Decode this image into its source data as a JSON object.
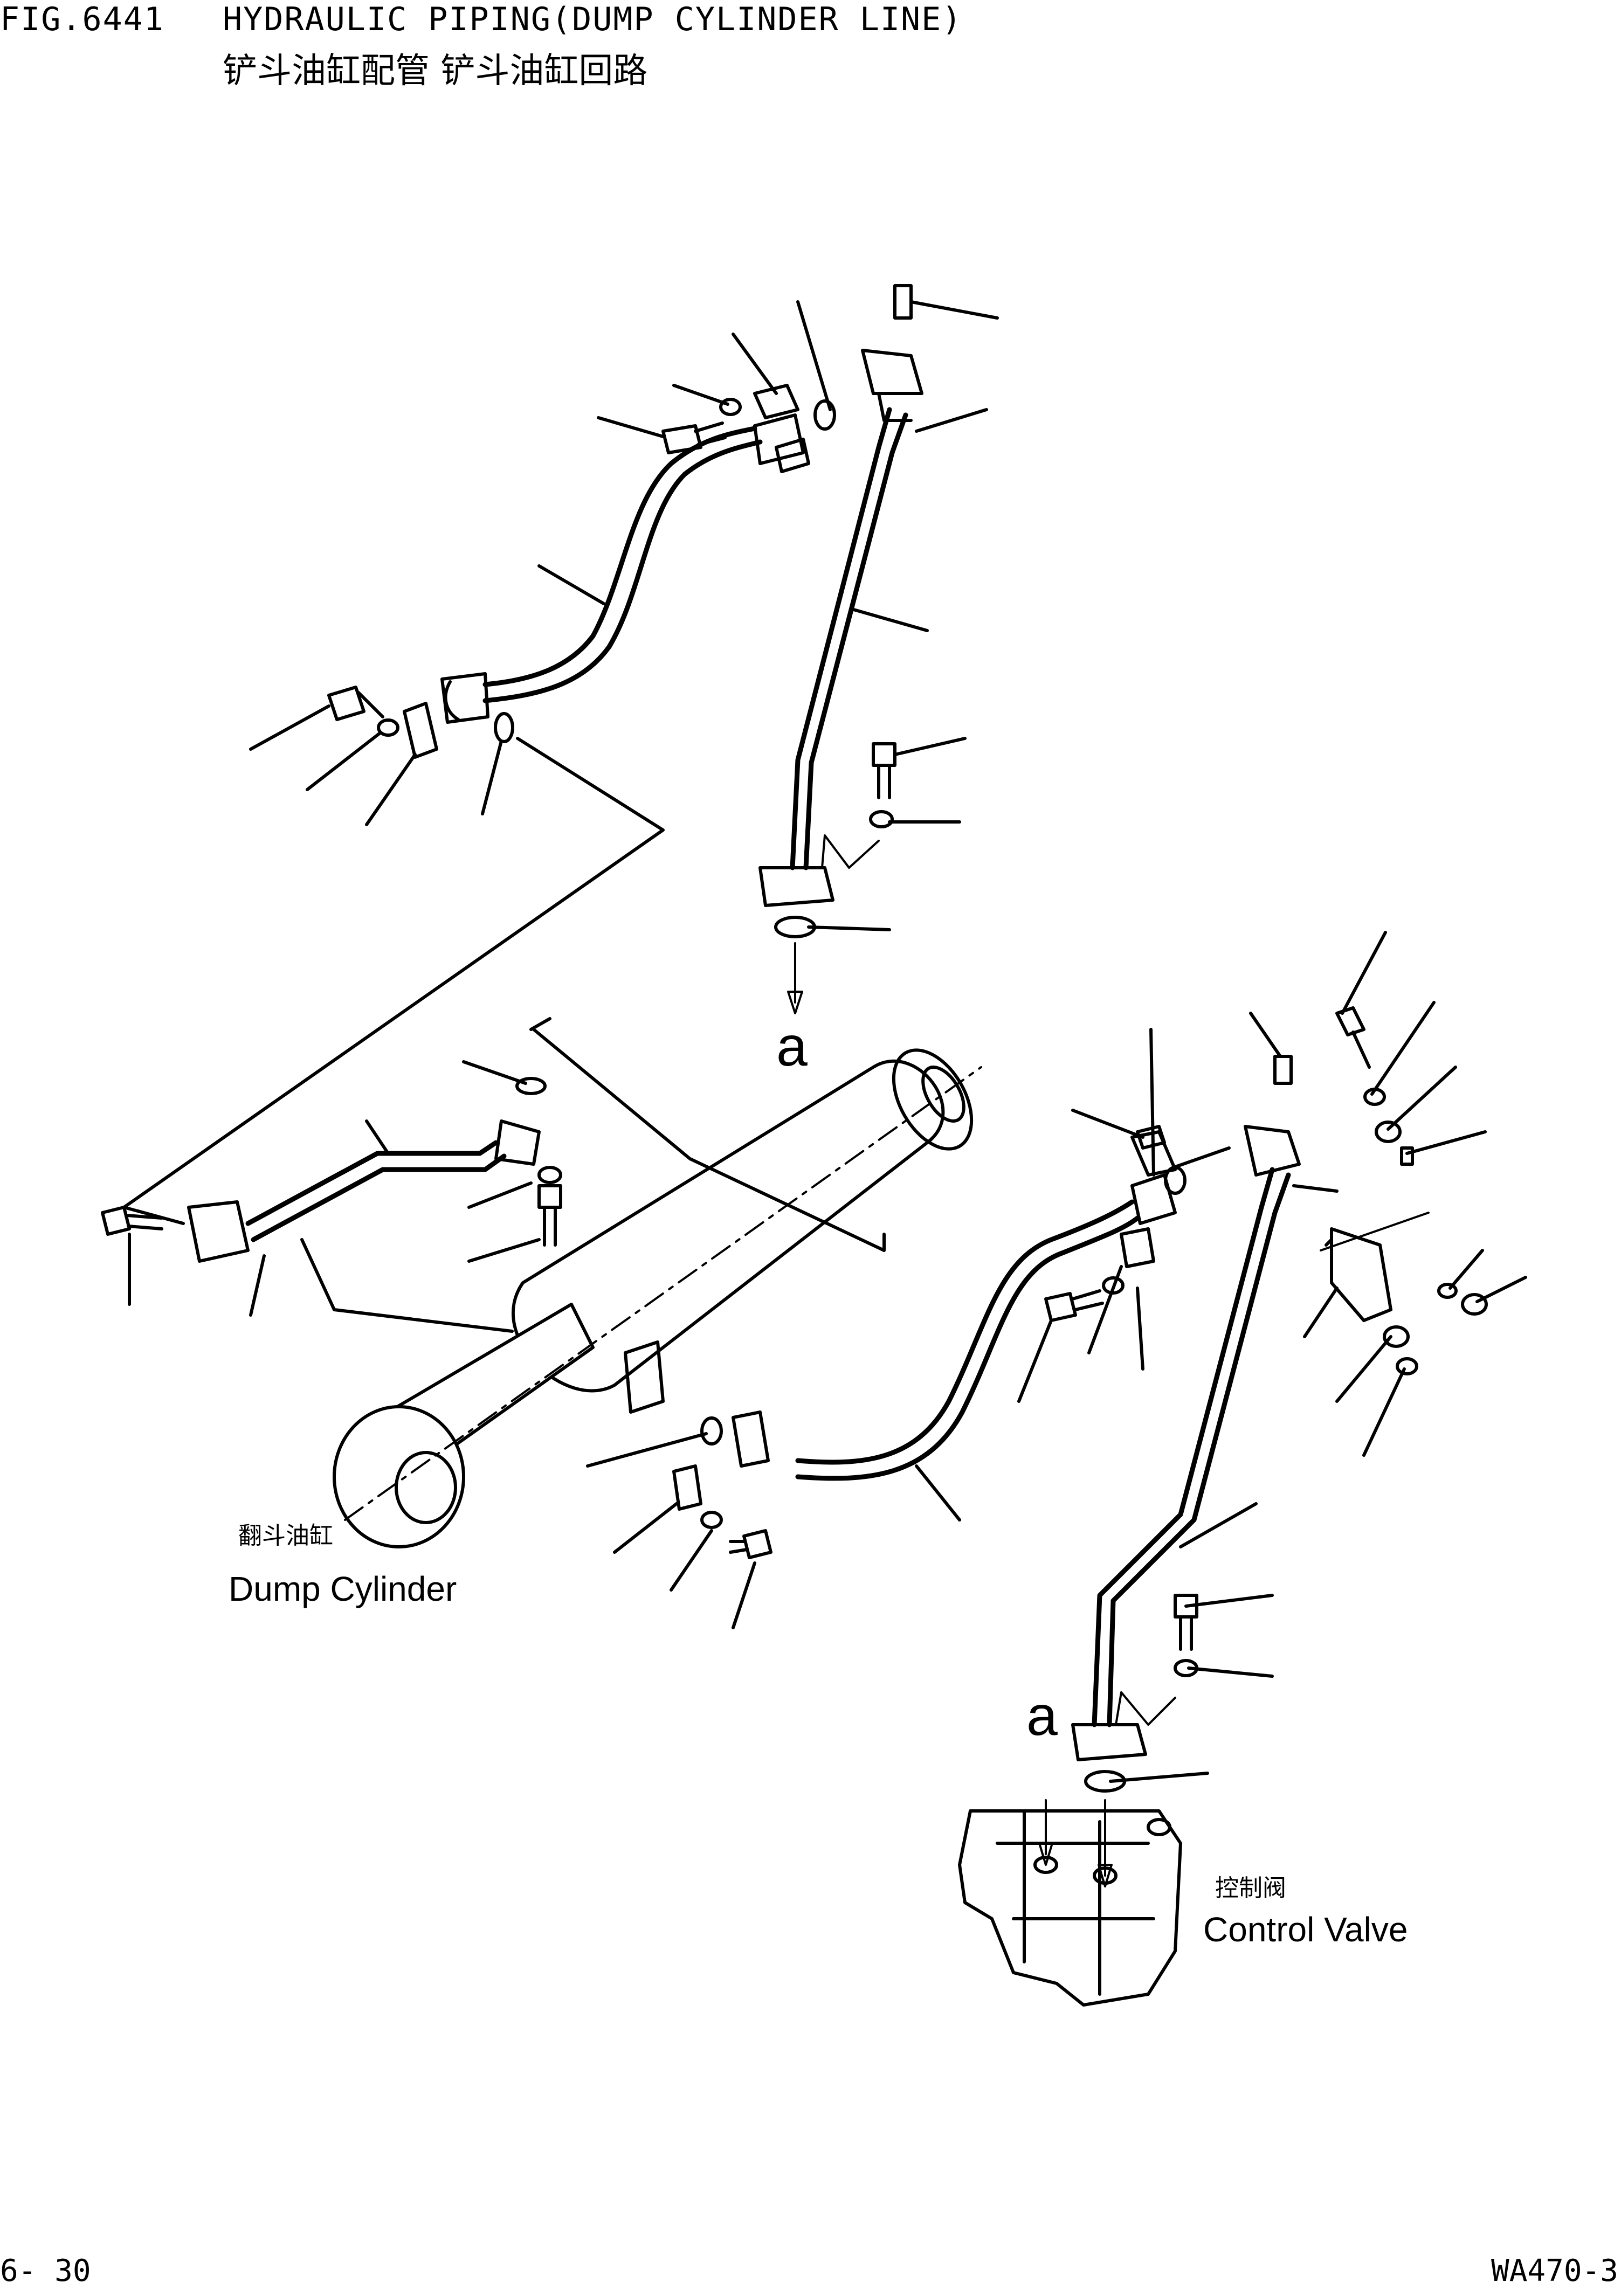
{
  "header": {
    "figure_number": "FIG.6441",
    "title": "HYDRAULIC PIPING(DUMP CYLINDER LINE)",
    "subtitle_cn": "铲斗油缸配管 铲斗油缸回路"
  },
  "labels": {
    "dump_cylinder_cn": "翻斗油缸",
    "dump_cylinder_en": "Dump Cylinder",
    "control_valve_cn": "控制阀",
    "control_valve_en": "Control Valve",
    "connection_ref_top": "a",
    "connection_ref_bottom": "a"
  },
  "footer": {
    "page_number": "6- 30",
    "model": "WA470-3"
  },
  "style": {
    "ink_color": "#000000",
    "paper_color": "#ffffff"
  }
}
